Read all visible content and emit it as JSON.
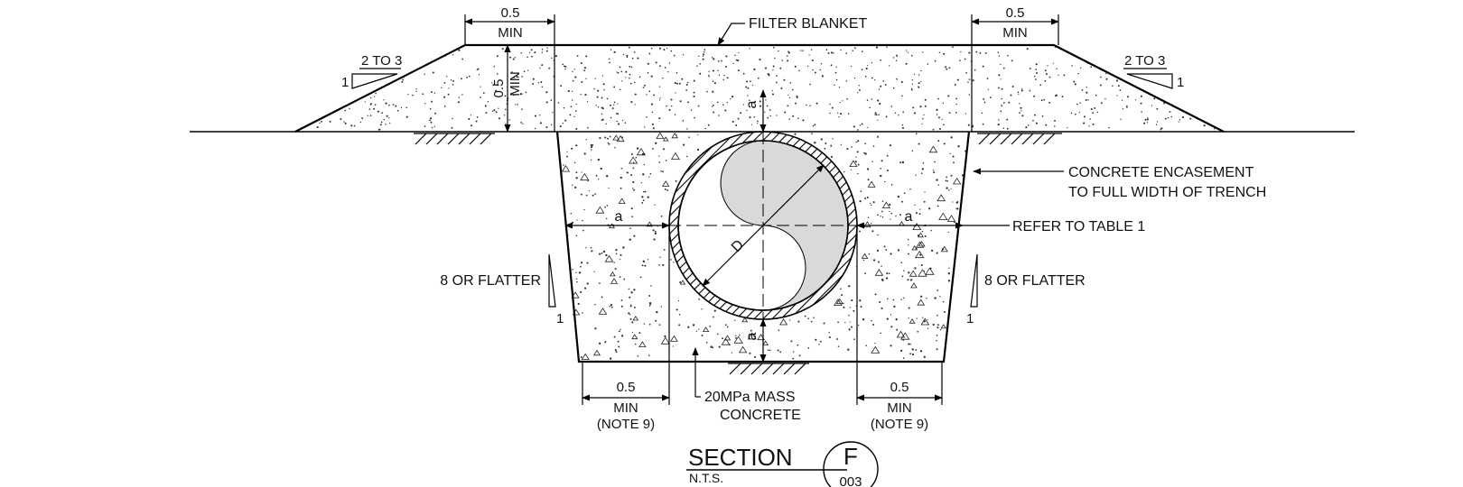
{
  "labels": {
    "filter_blanket": "FILTER BLANKET",
    "dim_top_left": "0.5",
    "dim_top_left_sub": "MIN",
    "dim_top_right": "0.5",
    "dim_top_right_sub": "MIN",
    "slope_left_ratio": "2 TO 3",
    "slope_left_one": "1",
    "slope_right_ratio": "2 TO 3",
    "slope_right_one": "1",
    "vertical_dim": "0.5",
    "vertical_dim_sub": "MIN",
    "a_top": "a",
    "a_left": "a",
    "a_right": "a",
    "a_bottom": "a",
    "diameter": "D",
    "encasement_line1": "CONCRETE ENCASEMENT",
    "encasement_line2": "TO FULL WIDTH OF TRENCH",
    "refer_table": "REFER TO TABLE 1",
    "flatter_left": "8 OR FLATTER",
    "flatter_left_one": "1",
    "flatter_right": "8 OR FLATTER",
    "flatter_right_one": "1",
    "bottom_left_dim": "0.5",
    "bottom_left_min": "MIN",
    "bottom_left_note": "(NOTE 9)",
    "bottom_right_dim": "0.5",
    "bottom_right_min": "MIN",
    "bottom_right_note": "(NOTE 9)",
    "mass_concrete_line1": "20MPa MASS",
    "mass_concrete_line2": "CONCRETE"
  },
  "title_block": {
    "title": "SECTION",
    "scale_note": "N.T.S.",
    "section_letter": "F",
    "sheet_number": "003"
  },
  "colors": {
    "line": "#000000",
    "pipe_shading": "#d9d9d9",
    "background": "#ffffff"
  }
}
